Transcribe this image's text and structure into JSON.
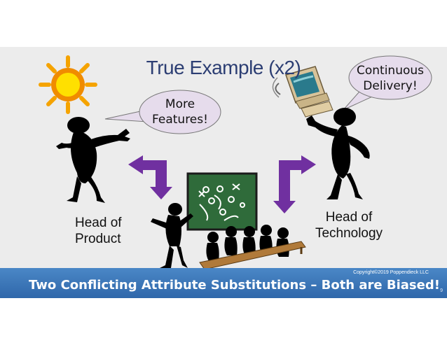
{
  "slide": {
    "title": "True Example (x2)",
    "bubbles": {
      "left": "More\nFeatures!",
      "left_line1": "More",
      "left_line2": "Features!",
      "right_line1": "Continuous",
      "right_line2": "Delivery!"
    },
    "roles": {
      "left_line1": "Head of",
      "left_line2": "Product",
      "right_line1": "Head of",
      "right_line2": "Technology"
    },
    "footer": "Two Conflicting Attribute Substitutions  – Both are Biased!",
    "copyright": "Copyright©2019 Poppendieck LLC",
    "page_number": "9"
  },
  "icons": [
    "sun-icon",
    "computer-icon",
    "chalkboard-icon",
    "arrow-icon"
  ],
  "colors": {
    "title": "#2c3e73",
    "arrow": "#7030a0",
    "footer": "#3a76b8",
    "sun": "#f5b800",
    "board": "#2f6b3a"
  }
}
